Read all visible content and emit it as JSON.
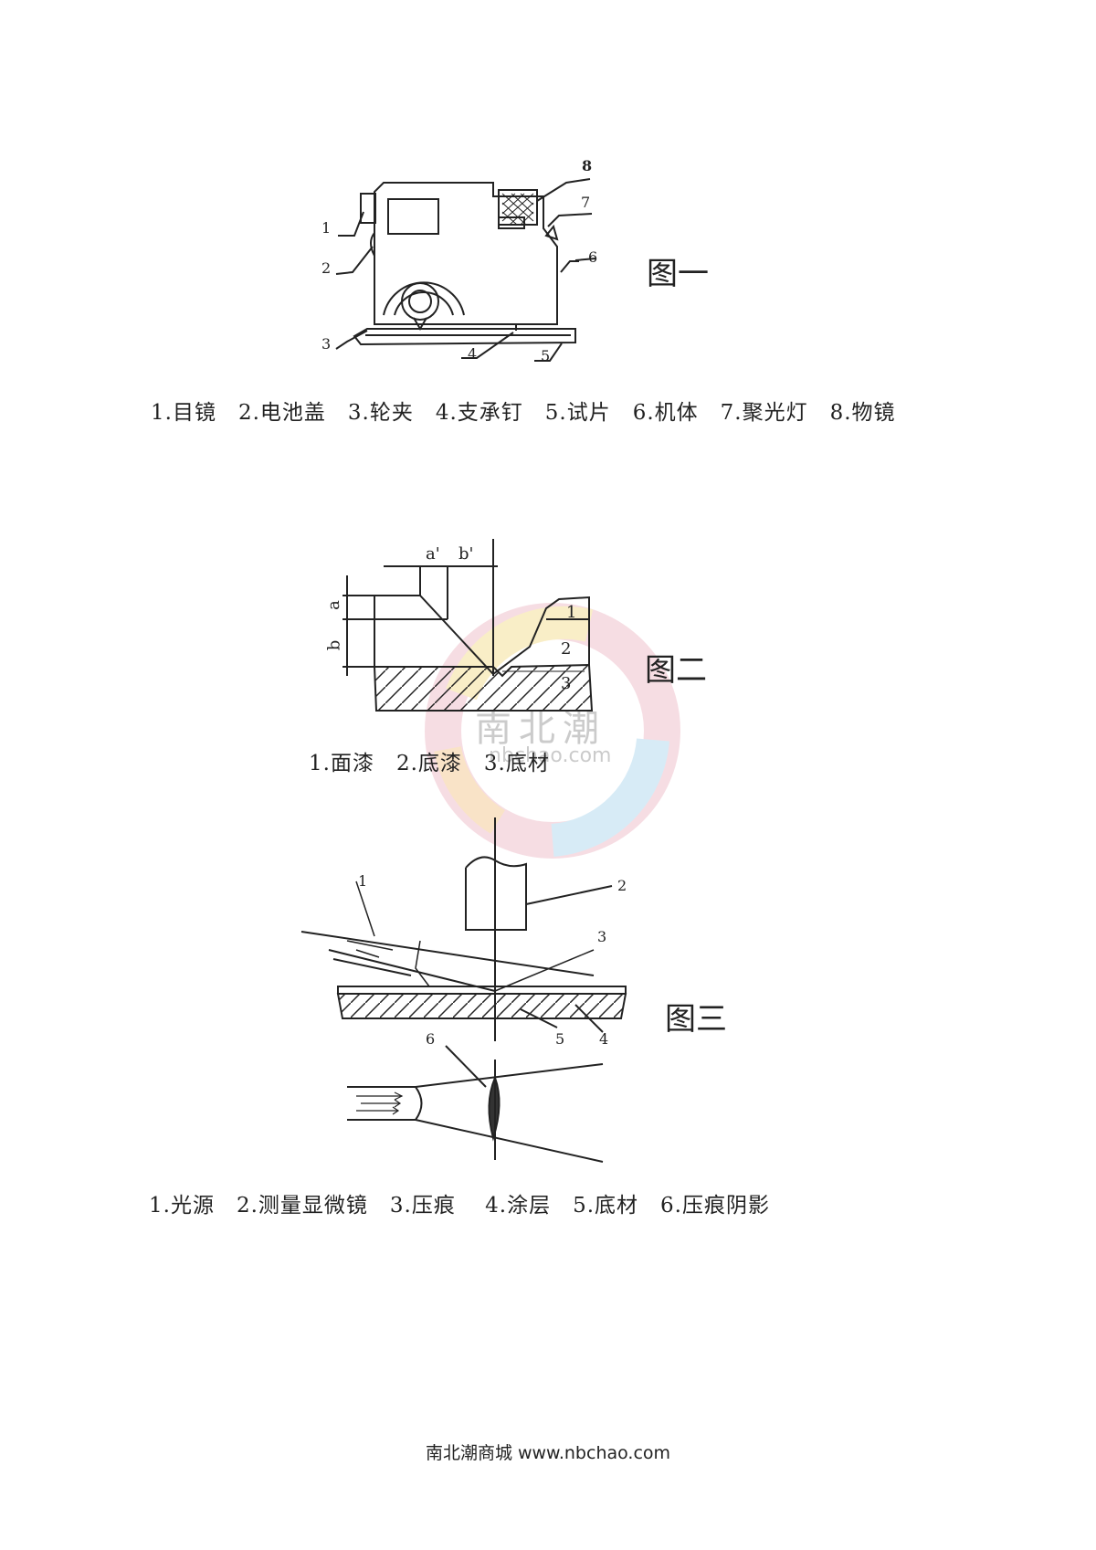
{
  "figure1": {
    "title": "图一",
    "labels": [
      "1",
      "2",
      "3",
      "4",
      "5",
      "6",
      "7",
      "8"
    ],
    "caption": "1.目镜　2.电池盖　3.轮夹　4.支承钉　5.试片　6.机体　7.聚光灯　8.物镜"
  },
  "figure2": {
    "title": "图二",
    "labels": {
      "a_prime": "a'",
      "b_prime": "b'",
      "a": "a",
      "b": "b",
      "n1": "1",
      "n2": "2",
      "n3": "3"
    },
    "caption": "1.面漆　2.底漆　3.底材"
  },
  "figure3": {
    "title": "图三",
    "labels": [
      "1",
      "2",
      "3",
      "4",
      "5",
      "6"
    ],
    "caption": "1.光源　2.测量显微镜　3.压痕　 4.涂层　5.底材　6.压痕阴影"
  },
  "watermark": {
    "brand": "南北潮",
    "domain": "nbchao.com"
  },
  "footer": "南北潮商城  www.nbchao.com",
  "colors": {
    "ink": "#222222",
    "background": "#ffffff"
  }
}
